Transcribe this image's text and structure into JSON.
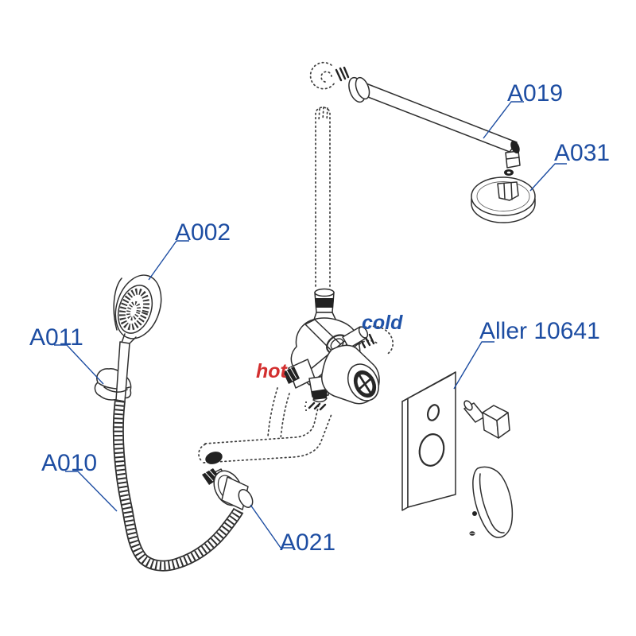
{
  "diagram": {
    "labels": {
      "shower_arm": "A019",
      "overhead_shower": "A031",
      "hand_shower": "A002",
      "holder": "A011",
      "hose": "A010",
      "wall_outlet": "A021",
      "set_name": "Aller 10641",
      "hot": "hot",
      "cold": "cold"
    },
    "colors": {
      "label_blue": "#1d4da2",
      "hot_red": "#d32f2f",
      "cold_blue": "#2053a8",
      "line": "#2e2e2e",
      "background": "#ffffff"
    }
  }
}
